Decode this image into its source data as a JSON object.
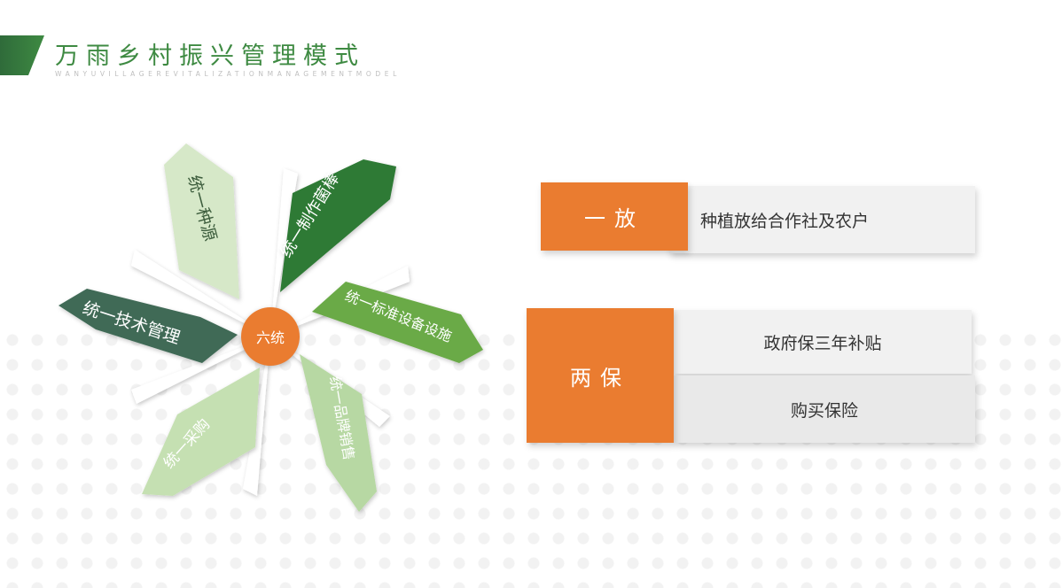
{
  "header": {
    "title": "万雨乡村振兴管理模式",
    "subtitle": "WANYUVILLAGEREVITALIZATIONMANAGEMENTMODEL"
  },
  "flower": {
    "center": "六统",
    "petals": {
      "source": "统一种源",
      "production": "统一制作菌棒",
      "equipment": "统一标准设备设施",
      "sales": "统一品牌销售",
      "purchase": "统一采购",
      "tech": "统一技术管理"
    }
  },
  "policies": {
    "yifang": {
      "tag": "一放",
      "text": "种植放给合作社及农户"
    },
    "liangbao": {
      "tag": "两保",
      "items": [
        "政府保三年补贴",
        "购买保险"
      ]
    }
  },
  "colors": {
    "brand_green": "#3e8a42",
    "dark_green": "#2f7a36",
    "mid_green": "#6aaa46",
    "slate_green": "#3f6b57",
    "light_green": "#b7d8a3",
    "orange": "#ea7c30"
  }
}
